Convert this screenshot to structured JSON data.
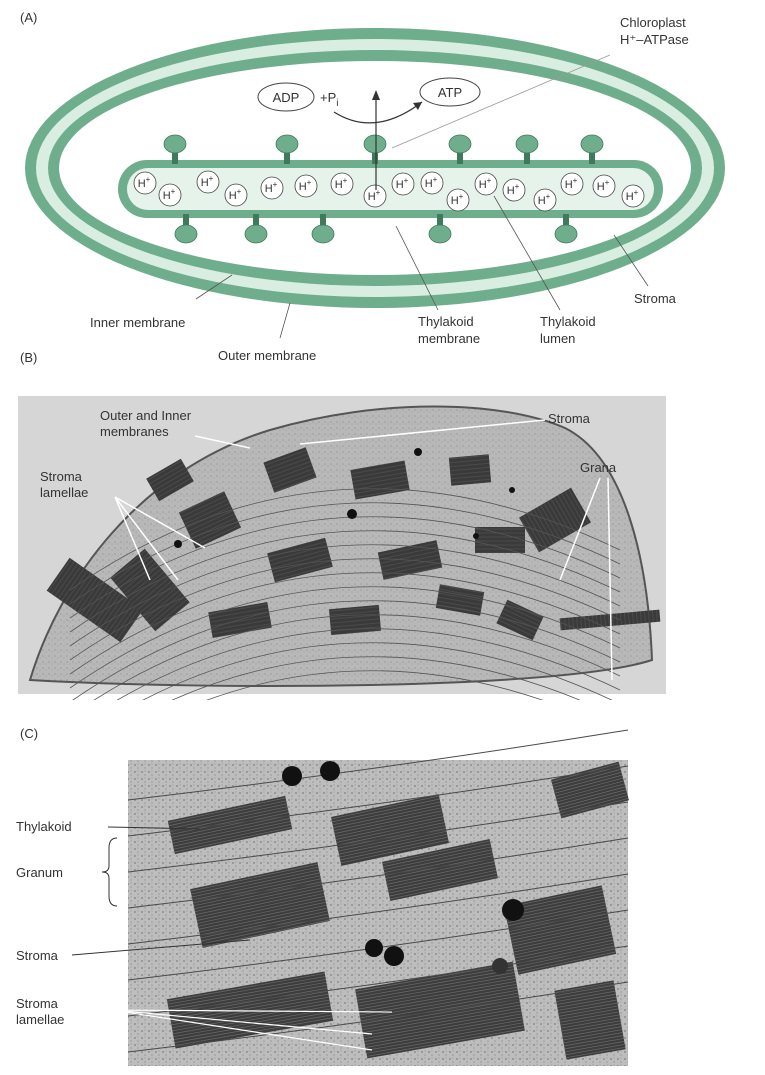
{
  "panel_a": {
    "letter": "(A)",
    "adp": "ADP",
    "pi": "+P",
    "pi_sub": "i",
    "atp": "ATP",
    "h_ion": "H",
    "h_sup": "+",
    "labels": {
      "chloroplast_line1": "Chloroplast",
      "chloroplast_line2": "H⁺–ATPase",
      "inner_membrane": "Inner membrane",
      "outer_membrane": "Outer membrane",
      "thylakoid_membrane_1": "Thylakoid",
      "thylakoid_membrane_2": "membrane",
      "thylakoid_lumen_1": "Thylakoid",
      "thylakoid_lumen_2": "lumen",
      "stroma": "Stroma"
    },
    "colors": {
      "membrane": "#6fae8c",
      "membrane_dark": "#3f7a5c",
      "lumen": "#e6f3eb",
      "inner_fill": "#ffffff"
    }
  },
  "panel_b": {
    "letter": "(B)",
    "labels": {
      "outer_inner_1": "Outer and Inner",
      "outer_inner_2": "membranes",
      "stroma": "Stroma",
      "stroma_lamellae_1": "Stroma",
      "stroma_lamellae_2": "lamellae",
      "grana": "Grana"
    }
  },
  "panel_c": {
    "letter": "(C)",
    "labels": {
      "thylakoid": "Thylakoid",
      "granum": "Granum",
      "stroma": "Stroma",
      "stroma_lamellae_1": "Stroma",
      "stroma_lamellae_2": "lamellae"
    }
  }
}
